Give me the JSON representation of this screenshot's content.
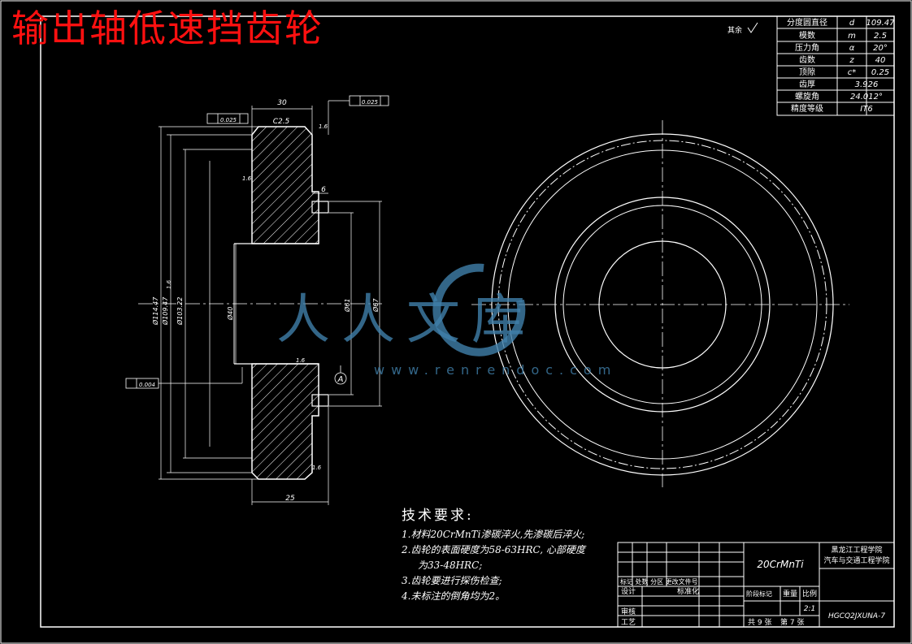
{
  "heading": "输出轴低速挡齿轮",
  "params_table": {
    "rows": [
      {
        "label": "分度圆直径",
        "symbol": "d",
        "value": "109.47"
      },
      {
        "label": "模数",
        "symbol": "m",
        "value": "2.5"
      },
      {
        "label": "压力角",
        "symbol": "α",
        "value": "20°"
      },
      {
        "label": "齿数",
        "symbol": "z",
        "value": "40"
      },
      {
        "label": "顶隙",
        "symbol": "c*",
        "value": "0.25"
      },
      {
        "label": "齿厚",
        "symbol": "",
        "value": "3.926"
      },
      {
        "label": "螺旋角",
        "symbol": "",
        "value": "24.012°"
      },
      {
        "label": "精度等级",
        "symbol": "",
        "value": "IT6"
      }
    ]
  },
  "roughness_note": "其余",
  "dimensions": {
    "top_width": "30",
    "chamfer": "C2.5",
    "bottom_width": "25",
    "step_width": "6",
    "runout_left": "0.025",
    "runout_top": "0.025",
    "circularity": "0.004",
    "dia_outer": "Ø114.47",
    "dia_pitch": "Ø109.47",
    "dia_root": "Ø103.22",
    "dia_bore": "Ø40",
    "dia_hub": "Ø61",
    "dia_shoulder": "Ø67",
    "rough_1": "1.6",
    "rough_2": "1.6",
    "rough_3": "1.6",
    "rough_4": "1.6",
    "rough_5": "1.6",
    "datum": "A"
  },
  "tech_notes": {
    "title": "技术要求:",
    "lines": [
      "1.材料20CrMnTi渗碳淬火,先渗碳后淬火;",
      "2.齿轮的表面硬度为58-63HRC, 心部硬度",
      "为33-48HRC;",
      "3.齿轮要进行探伤检查;",
      "4.未标注的倒角均为2。"
    ]
  },
  "title_block": {
    "material": "20CrMnTi",
    "school": "黑龙江工程学院",
    "dept": "汽车与交通工程学院",
    "marks_header": "标记 处数 分区 更改文件号",
    "design": "设计",
    "standardize": "标准化",
    "review": "审核",
    "process": "工艺",
    "stage_mark": "阶段标记",
    "weight": "重量",
    "scale": "比例",
    "scale_value": "2:1",
    "total_sheets": "共 9 张",
    "sheet_no": "第 7 张",
    "drawing_no": "HGCQ2JXUNA-7"
  },
  "watermark": {
    "text": "人人文库",
    "url": "www.renrendoc.com"
  }
}
